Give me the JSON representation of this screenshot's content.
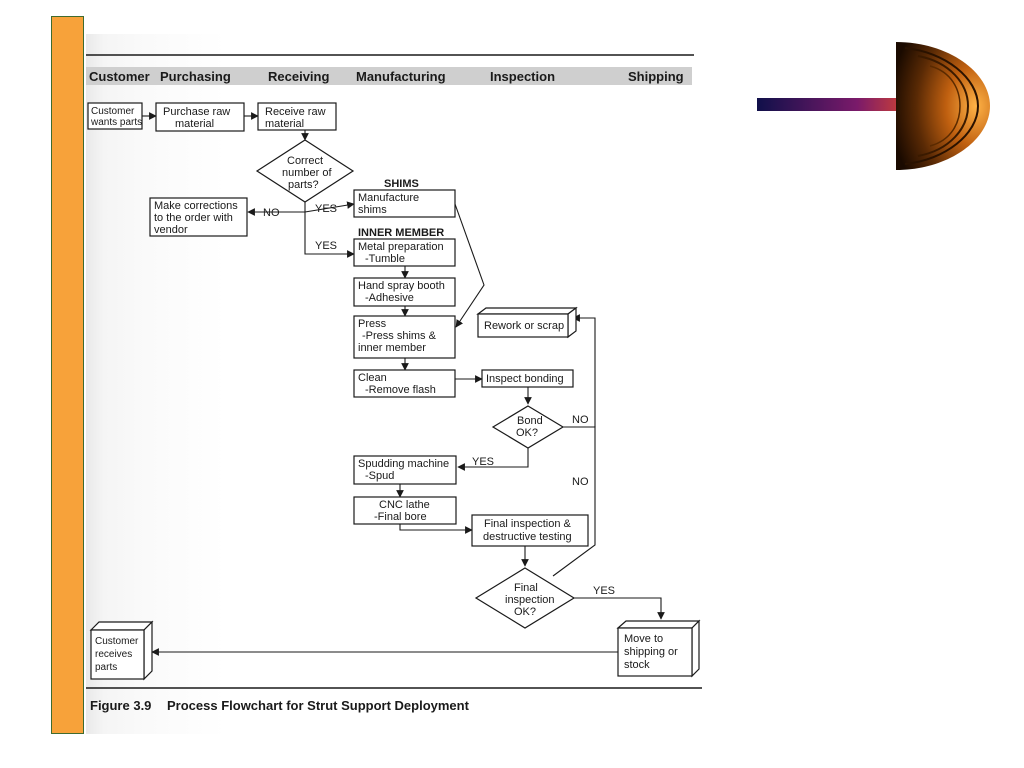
{
  "lanes": [
    "Customer",
    "Purchasing",
    "Receiving",
    "Manufacturing",
    "Inspection",
    "Shipping"
  ],
  "headings": {
    "shims": "SHIMS",
    "inner_member": "INNER MEMBER"
  },
  "nodes": {
    "customer_wants": [
      "Customer",
      "wants parts"
    ],
    "purchase_raw": [
      "Purchase raw",
      "material"
    ],
    "receive_raw": [
      "Receive raw",
      "material"
    ],
    "correct_number": [
      "Correct",
      "number of",
      "parts?"
    ],
    "make_corrections": [
      "Make corrections",
      "to the order with",
      "vendor"
    ],
    "manufacture_shims": [
      "Manufacture",
      "shims"
    ],
    "metal_prep": [
      "Metal preparation",
      "-Tumble"
    ],
    "hand_spray": [
      "Hand spray booth",
      "-Adhesive"
    ],
    "press": [
      "Press",
      "-Press shims &",
      "inner member"
    ],
    "clean": [
      "Clean",
      "-Remove flash"
    ],
    "inspect_bonding": [
      "Inspect bonding"
    ],
    "rework": [
      "Rework or scrap"
    ],
    "bond_ok": [
      "Bond",
      "OK?"
    ],
    "spudding": [
      "Spudding machine",
      "-Spud"
    ],
    "cnc": [
      "CNC lathe",
      "-Final bore"
    ],
    "final_inspection": [
      "Final inspection &",
      "destructive testing"
    ],
    "final_ok": [
      "Final",
      "inspection",
      "OK?"
    ],
    "move_shipping": [
      "Move to",
      "shipping or",
      "stock"
    ],
    "customer_receives": [
      "Customer",
      "receives",
      "parts"
    ]
  },
  "edge_labels": {
    "no_corrections": "NO",
    "yes_shims": "YES",
    "yes_inner": "YES",
    "no_bond": "NO",
    "yes_bond": "YES",
    "no_final": "NO",
    "yes_final": "YES"
  },
  "caption": {
    "figure": "Figure 3.9",
    "title": "Process Flowchart for Strut Support Deployment"
  },
  "colors": {
    "accent_bar": "#f7a23a",
    "accent_border": "#3f6b2f",
    "lane_band": "#cfcfcf"
  },
  "decoration": {
    "icon": "dome-comet-icon"
  }
}
